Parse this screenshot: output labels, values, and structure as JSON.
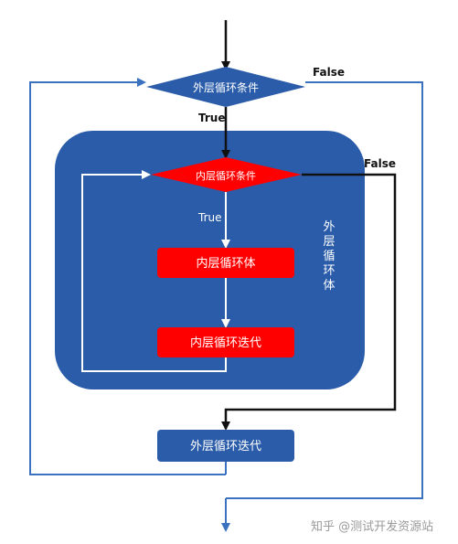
{
  "outer_condition": "外层循环条件",
  "inner_condition": "内层循环条件",
  "inner_body": "内层循环体",
  "inner_iteration": "内层循环迭代",
  "outer_iteration": "外层循环迭代",
  "outer_body_chars": [
    "外",
    "层",
    "循",
    "环",
    "体"
  ],
  "true_outer": "True",
  "true_inner": "True",
  "false_outer": "False",
  "false_inner": "False",
  "watermark": "知乎 @测试开发资源站",
  "colors": {
    "blue": "#2a5caa",
    "red": "#ff0000",
    "line": "#3a72c0",
    "black": "#111111",
    "white": "#ffffff"
  }
}
